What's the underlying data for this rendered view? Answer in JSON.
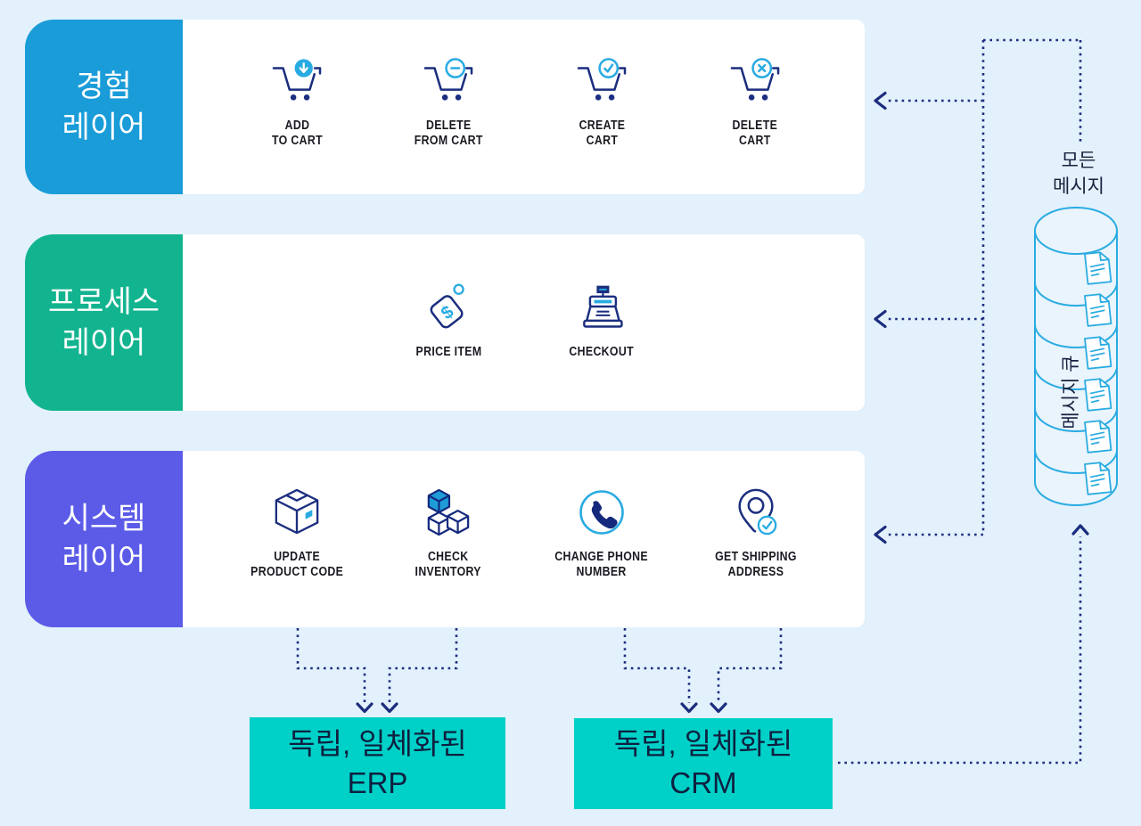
{
  "palette": {
    "background": "#E2F1FB",
    "row_white": "#FFFFFF",
    "experience_blue": "#199CD8",
    "process_teal": "#12B48F",
    "system_purple": "#5B5BE8",
    "backend_cyan": "#00D1C8",
    "icon_navy": "#1B2E7F",
    "icon_light_blue": "#29ABE2",
    "connector_navy": "#1C2D7E"
  },
  "layers": [
    {
      "name": "경험\n레이어",
      "apis": [
        {
          "icon": "cart-add-icon",
          "label": "ADD\nTO CART"
        },
        {
          "icon": "cart-remove-icon",
          "label": "DELETE\nFROM CART"
        },
        {
          "icon": "cart-check-icon",
          "label": "CREATE\nCART"
        },
        {
          "icon": "cart-delete-icon",
          "label": "DELETE\nCART"
        }
      ]
    },
    {
      "name": "프로세스\n레이어",
      "apis": [
        {
          "icon": "price-tag-icon",
          "label": "PRICE ITEM"
        },
        {
          "icon": "cash-register-icon",
          "label": "CHECKOUT"
        }
      ]
    },
    {
      "name": "시스템\n레이어",
      "apis": [
        {
          "icon": "package-box-icon",
          "label": "UPDATE\nPRODUCT CODE"
        },
        {
          "icon": "inventory-cubes-icon",
          "label": "CHECK\nINVENTORY"
        },
        {
          "icon": "phone-icon",
          "label": "CHANGE PHONE\nNUMBER"
        },
        {
          "icon": "location-pin-icon",
          "label": "GET SHIPPING\nADDRESS"
        }
      ]
    }
  ],
  "message_queue": {
    "top_label": "모든\n메시지",
    "cylinder_label": "메시지 큐",
    "document_count": 6
  },
  "backend_systems": [
    {
      "label": "독립, 일체화된\nERP"
    },
    {
      "label": "독립, 일체화된\nCRM"
    }
  ]
}
